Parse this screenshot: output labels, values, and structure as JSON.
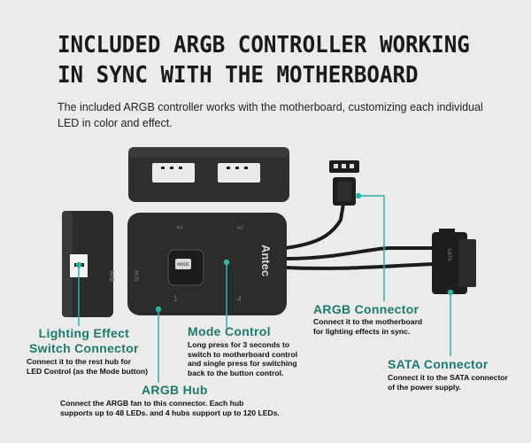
{
  "title_lines": [
    "INCLUDED ARGB CONTROLLER WORKING",
    "IN SYNC WITH THE MOTHERBOARD"
  ],
  "subtitle": "The included ARGB controller works with the motherboard, customizing each individual LED in color and effect.",
  "device": {
    "brand": "Antec",
    "port_labels": {
      "hub_left": "M/B",
      "hub_top": "2",
      "hub_right": "3",
      "hub_bottom_right": "4",
      "hub_bottom_left": "1",
      "switch_side": "M/B",
      "button": "MODE",
      "sata": "SATA"
    }
  },
  "callouts": {
    "argb_connector": {
      "title": "ARGB Connector",
      "desc": [
        "Connect it to the motherboard",
        "for lighting effects in sync."
      ]
    },
    "sata_connector": {
      "title": "SATA Connector",
      "desc": [
        "Connect it to the SATA connector",
        "of the power supply."
      ]
    },
    "lighting_switch": {
      "title_lines": [
        "Lighting Effect",
        "Switch Connector"
      ],
      "desc": [
        "Connect it to the rest hub for",
        "LED Control (as the Mode button)"
      ]
    },
    "mode_control": {
      "title": "Mode Control",
      "desc": [
        "Long press for 3 seconds to",
        "switch to motherboard control",
        "and single press for switching",
        "back to the button control."
      ]
    },
    "argb_hub": {
      "title": "ARGB Hub",
      "desc": [
        "Connect the ARGB fan to this connector. Each hub",
        "supports up to 48 LEDs. and 4 hubs support up to 120 LEDs."
      ]
    }
  },
  "colors": {
    "accent": "#1e7a6d",
    "leader": "#2bb5a3",
    "device": "#2c2c2c"
  }
}
